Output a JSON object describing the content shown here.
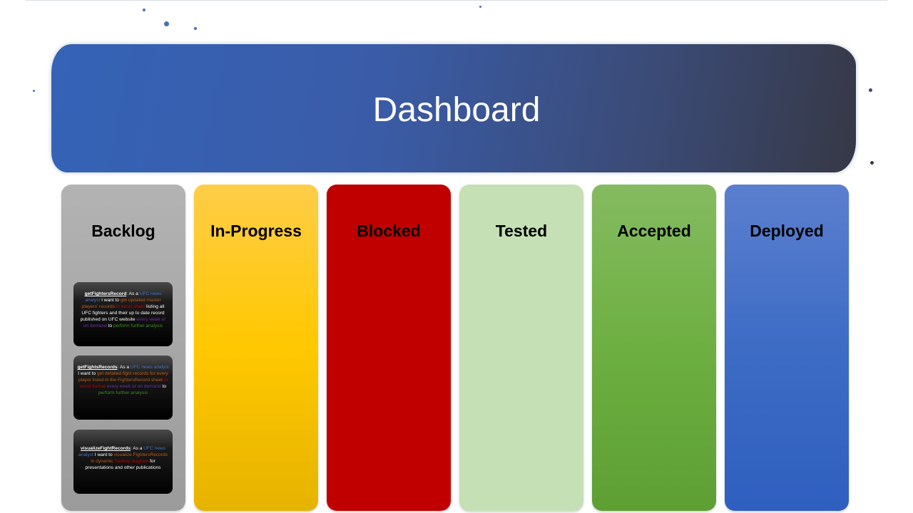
{
  "header": {
    "title": "Dashboard"
  },
  "columns": [
    {
      "title": "Backlog",
      "color": "#a6a6a6"
    },
    {
      "title": "In-Progress",
      "color": "#ffc000"
    },
    {
      "title": "Blocked",
      "color": "#c00000"
    },
    {
      "title": "Tested",
      "color": "#c5e0b4"
    },
    {
      "title": "Accepted",
      "color": "#70ad47"
    },
    {
      "title": "Deployed",
      "color": "#4472c4"
    }
  ],
  "cards": [
    {
      "name": "getFightersRecord",
      "segments": [
        "As a",
        "UFC news analyst",
        "I want to",
        "get updated master players' records",
        "in excel sheet",
        "listing all UFC fighters and their up to date record published on UFC website",
        "every week or on demand",
        "to",
        "perform further analysis"
      ]
    },
    {
      "name": "getFightsRecords",
      "segments": [
        "As a",
        "UFC news analyst",
        "I want to",
        "get detailed fight records for every player listed in the FightersRecord sheet",
        "in excel format",
        "every week or on demand",
        "to",
        "perform further analysis"
      ]
    },
    {
      "name": "visualizeFightRecords",
      "segments": [
        "As a",
        "UFC news analyst",
        "I want to",
        "visualize FightersRecords in dynamic",
        "Sankey diagram",
        "for presentations and other publications"
      ]
    }
  ]
}
